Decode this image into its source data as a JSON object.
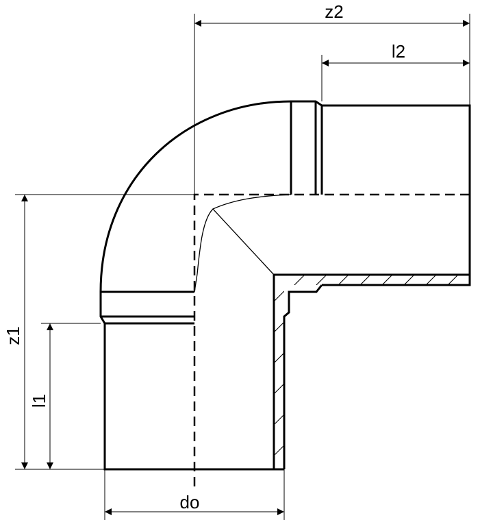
{
  "dimensions": {
    "z2": "z2",
    "l2": "l2",
    "z1": "z1",
    "l1": "l1",
    "do": "do"
  },
  "colors": {
    "stroke": "#000000",
    "background": "#ffffff"
  }
}
